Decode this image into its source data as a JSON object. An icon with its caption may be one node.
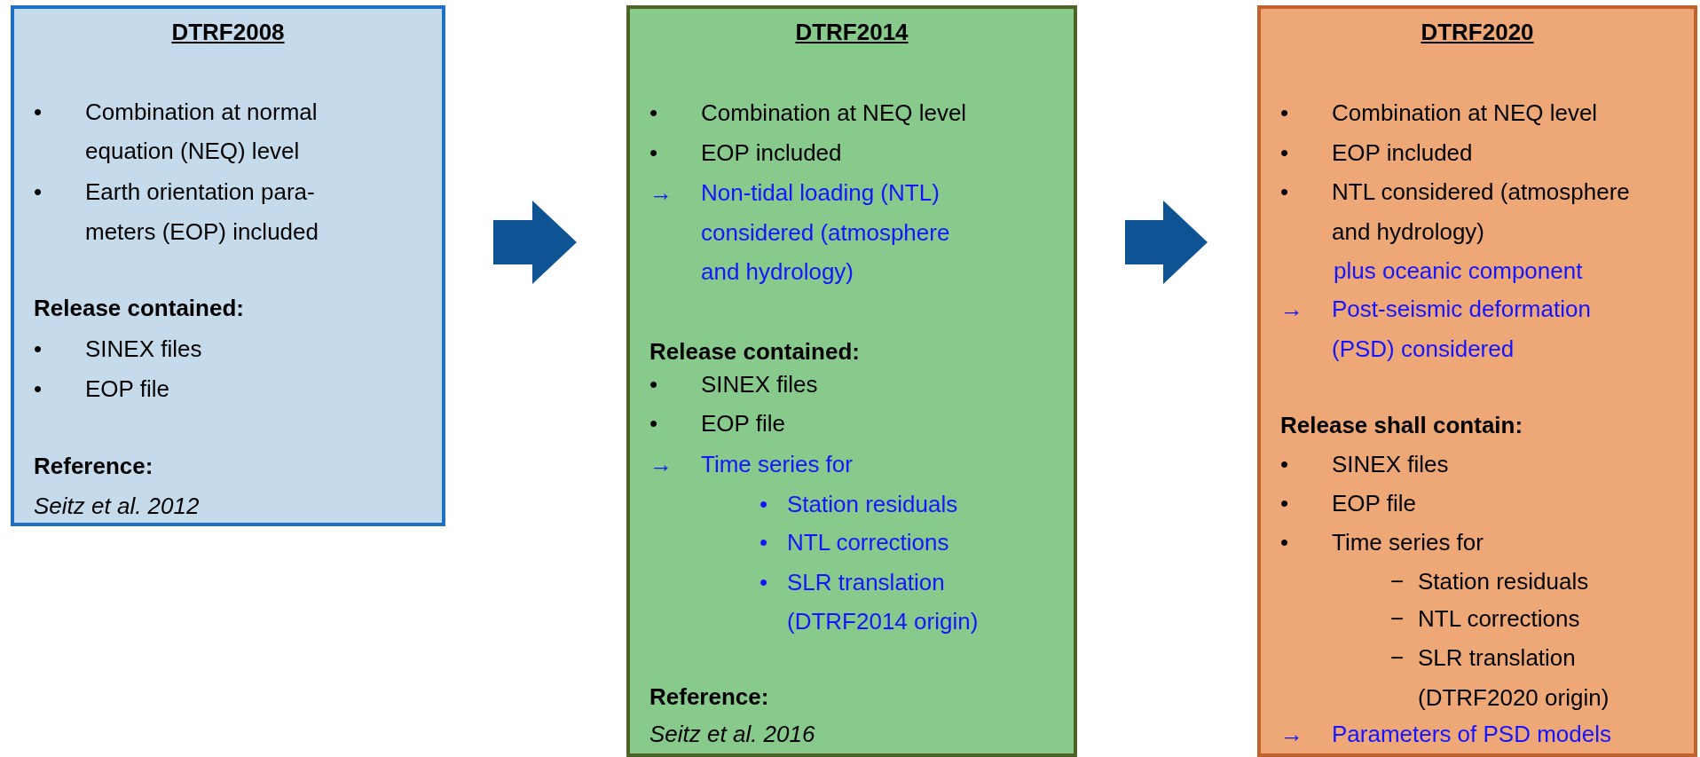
{
  "diagram": {
    "nodes": [
      {
        "text": [
          "DTRF2008",
          "• Combination at normal equation (NEQ) level",
          "• Earth orientation para- meters (EOP) included",
          "Release contained:",
          "• SINEX files",
          "• EOP file",
          "Reference:",
          "Seitz et al. 2012"
        ]
      },
      {
        "text": [
          "DTRF2014",
          "• Combination at NEQ level",
          "• EOP included",
          "→ Non-tidal loading (NTL) considered (atmosphere and hydrology)",
          "Release contained:",
          "• SINEX files",
          "• EOP file",
          "→ Time series for",
          "• Station residuals",
          "• NTL corrections",
          "• SLR translation (DTRF2014 origin)",
          "Reference:",
          "Seitz et al. 2016"
        ]
      },
      {
        "text": [
          "DTRF2020",
          "• Combination at NEQ level",
          "• EOP included",
          "• NTL considered (atmosphere and hydrology)",
          "plus oceanic component",
          "→ Post-seismic deformation (PSD) considered",
          "Release shall contain:",
          "• SINEX files",
          "• EOP file",
          "• Time series for",
          "− Station residuals",
          "− NTL corrections",
          "− SLR translation (DTRF2020 origin)",
          "→ Parameters of PSD models"
        ]
      }
    ],
    "edges": [
      {
        "from": 0,
        "to": 1,
        "arrow": "to"
      },
      {
        "from": 1,
        "to": 2,
        "arrow": "to"
      }
    ]
  }
}
